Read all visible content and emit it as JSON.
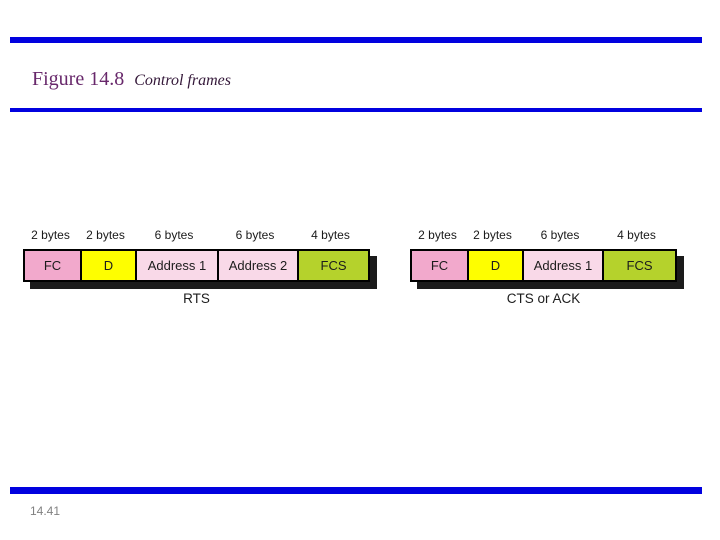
{
  "slide": {
    "title_prefix": "Figure 14.8",
    "title_text": "Control frames",
    "page_number": "14.41",
    "accent_bar_color": "#0101DF",
    "title_color": "#68286B"
  },
  "frames": [
    {
      "caption": "RTS",
      "fields": [
        {
          "label": "FC",
          "size": "2 bytes",
          "width": 55,
          "color": "#F2A9CC"
        },
        {
          "label": "D",
          "size": "2 bytes",
          "width": 55,
          "color": "#FEFE00"
        },
        {
          "label": "Address 1",
          "size": "6 bytes",
          "width": 82,
          "color": "#F9D9E8"
        },
        {
          "label": "Address 2",
          "size": "6 bytes",
          "width": 80,
          "color": "#F9D9E8"
        },
        {
          "label": "FCS",
          "size": "4 bytes",
          "width": 71,
          "color": "#B5D22C"
        }
      ]
    },
    {
      "caption": "CTS or ACK",
      "fields": [
        {
          "label": "FC",
          "size": "2 bytes",
          "width": 55,
          "color": "#F2A9CC"
        },
        {
          "label": "D",
          "size": "2 bytes",
          "width": 55,
          "color": "#FEFE00"
        },
        {
          "label": "Address 1",
          "size": "6 bytes",
          "width": 80,
          "color": "#F9D9E8"
        },
        {
          "label": "FCS",
          "size": "4 bytes",
          "width": 73,
          "color": "#B5D22C"
        }
      ]
    }
  ]
}
